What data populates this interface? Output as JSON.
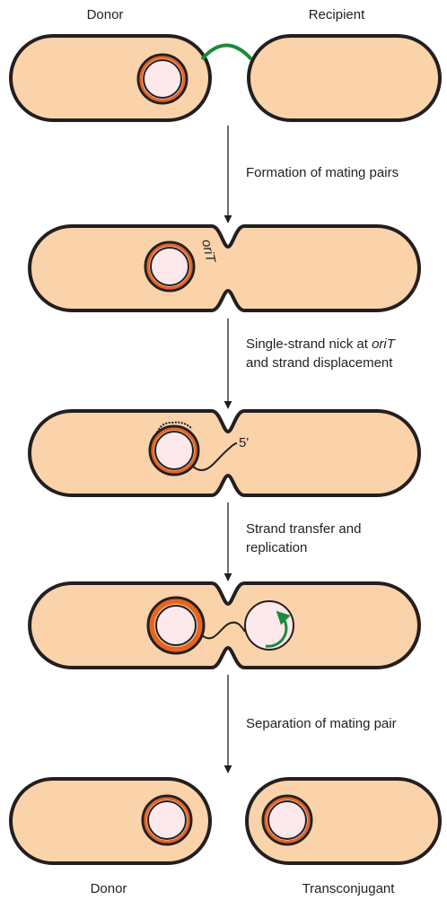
{
  "labels": {
    "top_left": "Donor",
    "top_right": "Recipient",
    "bottom_left": "Donor",
    "bottom_right": "Transconjugant",
    "orit": "oriT",
    "five_prime": "5'"
  },
  "steps": [
    {
      "line1": "Formation of mating pairs",
      "line2": ""
    },
    {
      "line1_prefix": "Single-strand nick at ",
      "line1_italic": "oriT",
      "line2": "and strand displacement"
    },
    {
      "line1": "Strand transfer and",
      "line2": "replication"
    },
    {
      "line1": "Separation of mating pair",
      "line2": ""
    }
  ],
  "colors": {
    "cell_fill": "#fbd3aa",
    "outline": "#231f20",
    "plasmid_fill": "#fde8ec",
    "plasmid_strand": "#e8641e",
    "pilus": "#1b8a3c",
    "replication_arrow": "#1b8a3c"
  }
}
